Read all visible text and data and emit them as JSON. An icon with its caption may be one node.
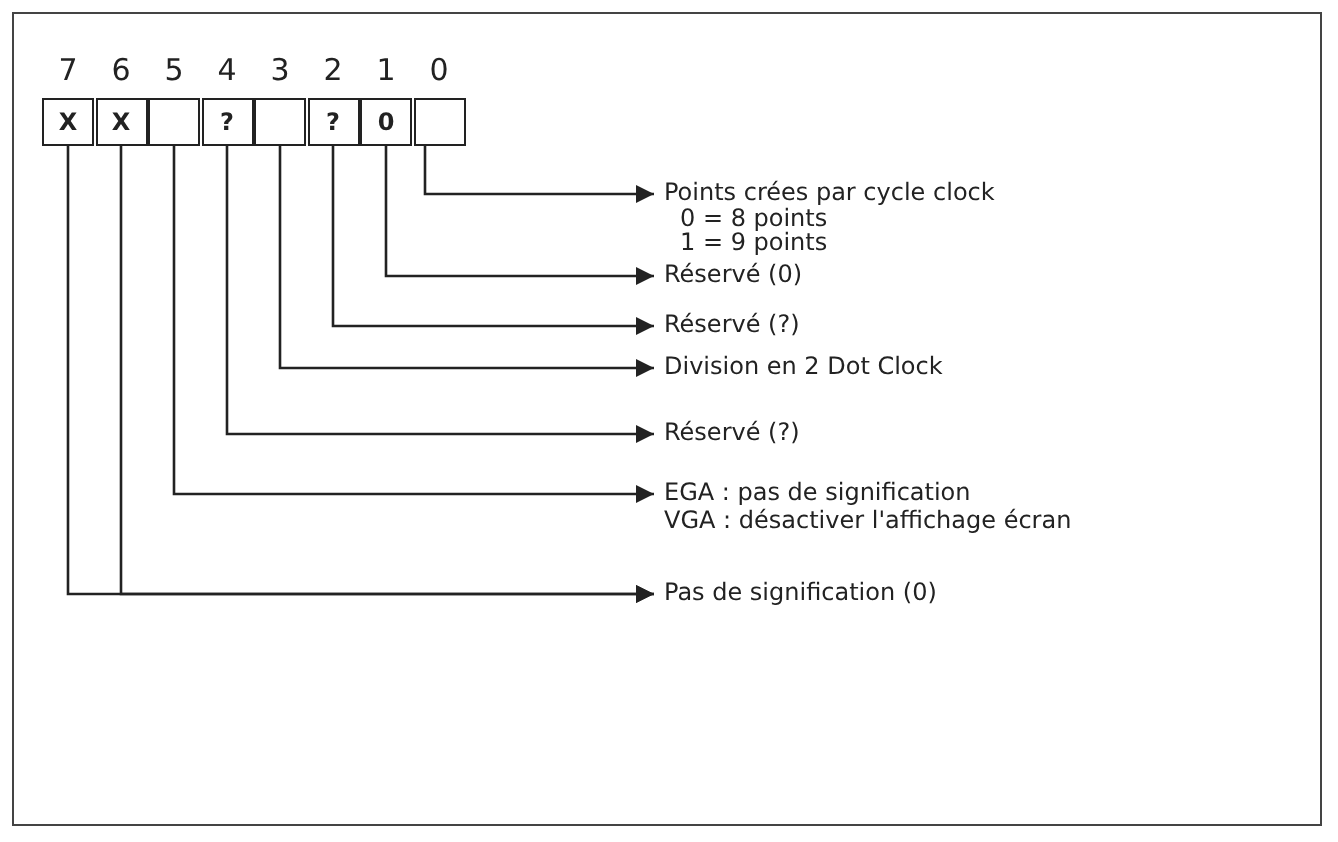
{
  "diagram": {
    "nodes": [
      {
        "text": [
          "X"
        ]
      },
      {
        "text": [
          "X"
        ]
      },
      {
        "text": [],
        "shape": "box"
      },
      {
        "text": [
          "?"
        ]
      },
      {
        "text": [],
        "shape": "box"
      },
      {
        "text": [
          "?"
        ]
      },
      {
        "text": [
          "0"
        ]
      },
      {
        "text": [],
        "shape": "box"
      },
      {
        "text": [
          "Points crées par cycle clock",
          "0 = 8 points",
          "1 = 9 points"
        ]
      },
      {
        "text": [
          "Réservé (0)"
        ]
      },
      {
        "text": [
          "Réservé (?)"
        ]
      },
      {
        "text": [
          "Division en 2 Dot Clock"
        ]
      },
      {
        "text": [
          "Réservé (?)"
        ]
      },
      {
        "text": [
          "EGA : pas de signification",
          "VGA : désactiver l'affichage écran"
        ]
      },
      {
        "text": [
          "Pas de signification (0)"
        ]
      }
    ],
    "edges": [
      {
        "from": 7,
        "to": 8,
        "arrow": "to"
      },
      {
        "from": 6,
        "to": 9,
        "arrow": "to"
      },
      {
        "from": 5,
        "to": 10,
        "arrow": "to"
      },
      {
        "from": 4,
        "to": 11,
        "arrow": "to"
      },
      {
        "from": 3,
        "to": 12,
        "arrow": "to"
      },
      {
        "from": 2,
        "to": 13,
        "arrow": "to"
      },
      {
        "from": 0,
        "to": 14,
        "arrow": "to"
      },
      {
        "from": 1,
        "to": 14,
        "arrow": "to"
      }
    ],
    "labels": [
      "7",
      "6",
      "5",
      "4",
      "3",
      "2",
      "1",
      "0"
    ]
  }
}
